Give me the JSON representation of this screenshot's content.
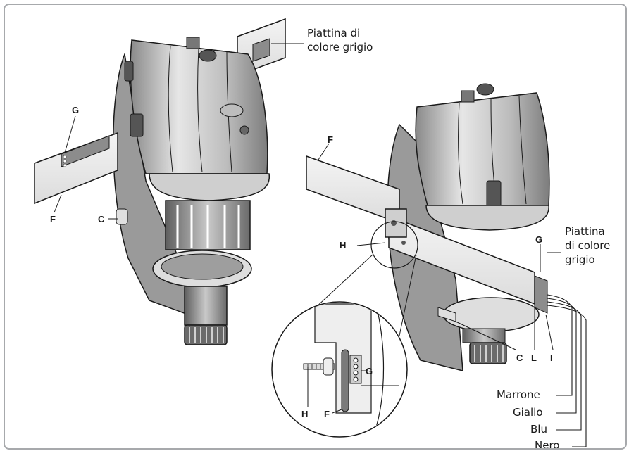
{
  "labels": {
    "left": {
      "gray_strip": [
        "Piattina di",
        "colore grigio"
      ],
      "G": "G",
      "F": "F",
      "C": "C"
    },
    "right": {
      "F": "F",
      "H": "H",
      "G": "G",
      "gray_strip": [
        "Piattina",
        "di colore",
        "grigio"
      ],
      "C": "C",
      "L": "L",
      "I": "I"
    },
    "detail": {
      "G": "G",
      "H": "H",
      "F": "F"
    },
    "wires": [
      "Marrone",
      "Giallo",
      "Blu",
      "Nero"
    ]
  },
  "colors": {
    "frame_border": "#a7a9ac",
    "body_shade": "#d9d9d9",
    "body_dark": "#7a7a7a",
    "line": "#1a1a1a",
    "strip_gray": "#8c8c8c"
  }
}
